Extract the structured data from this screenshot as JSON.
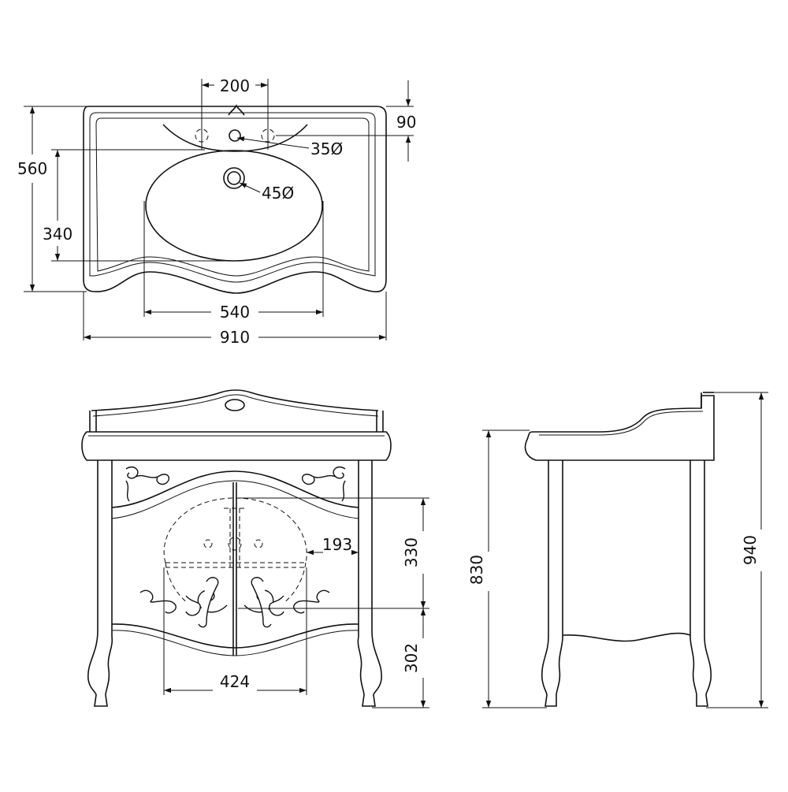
{
  "dimensions": {
    "top_hole_spacing": "200",
    "top_back_depth": "90",
    "tap_hole_diameter": "35Ø",
    "drain_hole_diameter": "45Ø",
    "overall_depth": "560",
    "bowl_depth": "340",
    "bowl_width": "540",
    "overall_width": "910",
    "siphon_offset": "193",
    "upper_height": "330",
    "lower_height": "302",
    "cutout_width": "424",
    "counter_height": "830",
    "total_height": "940"
  }
}
